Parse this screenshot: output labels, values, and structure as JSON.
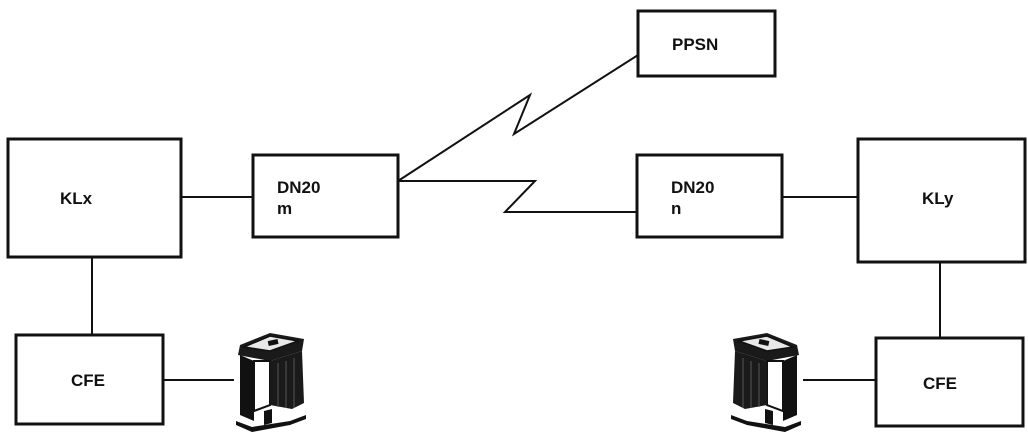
{
  "nodes": {
    "klx": {
      "label": "KLx"
    },
    "dn20m": {
      "line1": "DN20",
      "line2": "m"
    },
    "ppsn": {
      "label": "PPSN"
    },
    "dn20n": {
      "line1": "DN20",
      "line2": "n"
    },
    "kly": {
      "label": "KLy"
    },
    "cfe_left": {
      "label": "CFE"
    },
    "cfe_right": {
      "label": "CFE"
    }
  },
  "terminals": {
    "left": {
      "icon": "console-terminal-icon"
    },
    "right": {
      "icon": "console-terminal-icon"
    }
  }
}
